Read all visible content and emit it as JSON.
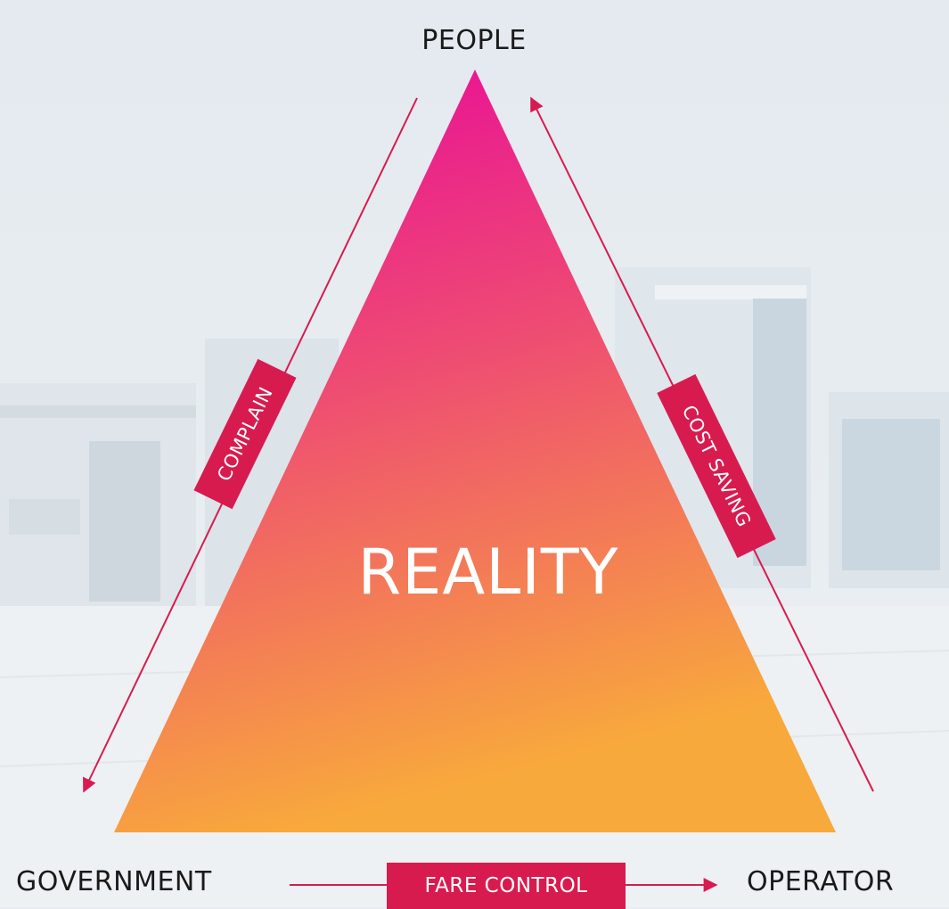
{
  "nodes": {
    "top": "PEOPLE",
    "bottom_left": "GOVERNMENT",
    "bottom_right": "OPERATOR"
  },
  "center_label": "REALITY",
  "edges": {
    "left": "COMPLAIN",
    "right": "COST SAVING",
    "bottom": "FARE CONTROL"
  },
  "colors": {
    "triangle_top": "#e8079b",
    "triangle_bottom": "#f8a93c",
    "arrow": "#d81b4f",
    "tag_bg": "#d81b4f"
  }
}
